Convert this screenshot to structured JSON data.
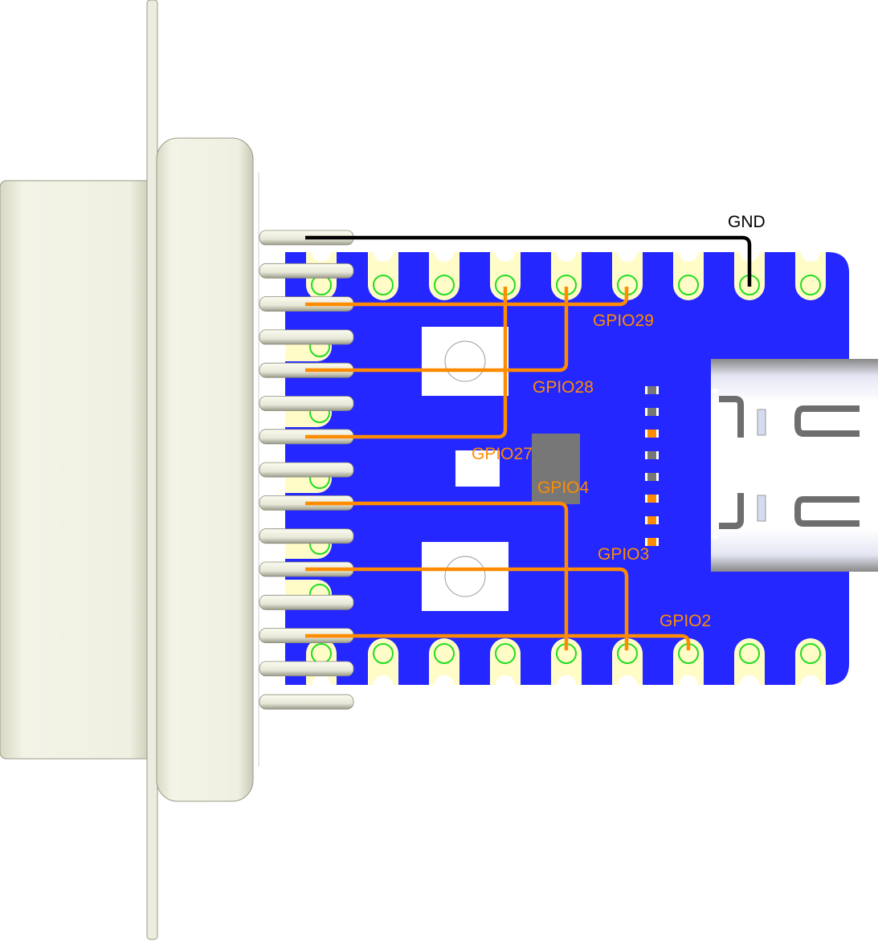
{
  "colors": {
    "board": "#2427ff",
    "trace": "#ff8c00",
    "gnd_wire": "#000000",
    "pad": "#fffcc8",
    "connector": "#eeeedd"
  },
  "labels": {
    "gnd": "GND",
    "gpio29": "GPIO29",
    "gpio28": "GPIO28",
    "gpio27": "GPIO27",
    "gpio4": "GPIO4",
    "gpio3": "GPIO3",
    "gpio2": "GPIO2"
  }
}
